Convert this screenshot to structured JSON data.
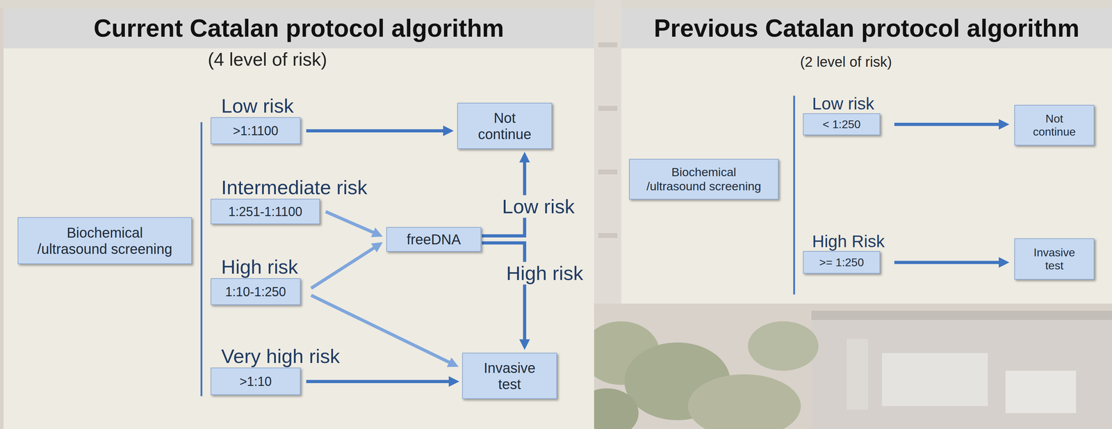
{
  "diagram": {
    "nodes": [
      {
        "text": [
          "Current Catalan protocol algorithm",
          "(4 level of risk)"
        ]
      },
      {
        "text": [
          "Biochemical /ultrasound screening"
        ],
        "in": 0
      },
      {
        "text": [
          "Low risk",
          ">1:1100"
        ],
        "in": 0
      },
      {
        "text": [
          "Intermediate risk",
          "1:251-1:1100"
        ],
        "in": 0
      },
      {
        "text": [
          "High risk",
          "1:10-1:250"
        ],
        "in": 0
      },
      {
        "text": [
          "Very high risk",
          ">1:10"
        ],
        "in": 0
      },
      {
        "text": [
          "Not continue"
        ],
        "in": 0
      },
      {
        "text": [
          "freeDNA"
        ],
        "in": 0
      },
      {
        "text": [
          "Invasive test"
        ],
        "in": 0
      },
      {
        "text": [
          "Previous Catalan protocol algorithm",
          "(2 level of risk)"
        ]
      },
      {
        "text": [
          "Biochemical /ultrasound screening"
        ],
        "in": 9
      },
      {
        "text": [
          "Low risk",
          "< 1:250"
        ],
        "in": 9
      },
      {
        "text": [
          "High Risk",
          ">= 1:250"
        ],
        "in": 9
      },
      {
        "text": [
          "Not continue"
        ],
        "in": 9
      },
      {
        "text": [
          "Invasive test"
        ],
        "in": 9
      }
    ],
    "edges": [
      {
        "from": 2,
        "to": 6,
        "arrow": "to"
      },
      {
        "from": 3,
        "to": 7,
        "arrow": "to"
      },
      {
        "from": 4,
        "to": 7,
        "arrow": "to"
      },
      {
        "from": 4,
        "to": 8,
        "arrow": "to"
      },
      {
        "from": 5,
        "to": 8,
        "arrow": "to"
      },
      {
        "from": 7,
        "to": 6,
        "label": "Low risk",
        "arrow": "to"
      },
      {
        "from": 7,
        "to": 8,
        "label": "High risk",
        "arrow": "to"
      },
      {
        "from": 11,
        "to": 13,
        "arrow": "to"
      },
      {
        "from": 12,
        "to": 14,
        "arrow": "to"
      }
    ]
  }
}
